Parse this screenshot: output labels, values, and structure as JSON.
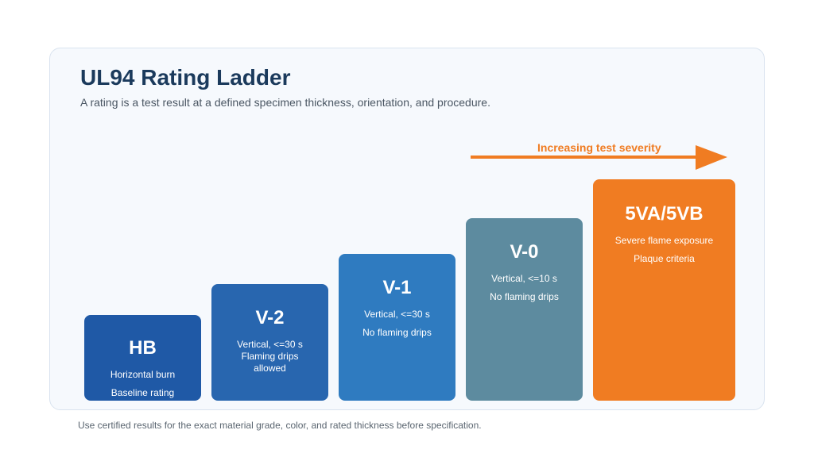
{
  "title": "UL94 Rating Ladder",
  "subtitle": "A rating is a test result at a defined specimen thickness, orientation, and procedure.",
  "severity_label": "Increasing test severity",
  "steps": [
    {
      "name": "HB",
      "lines": [
        "Horizontal burn",
        "Baseline rating"
      ],
      "color": "#1f59a6"
    },
    {
      "name": "V-2",
      "lines": [
        "Vertical, <=30 s",
        "Flaming drips",
        "allowed"
      ],
      "color": "#2866af"
    },
    {
      "name": "V-1",
      "lines": [
        "Vertical, <=30 s",
        "No flaming drips"
      ],
      "color": "#2f7bc0"
    },
    {
      "name": "V-0",
      "lines": [
        "Vertical, <=10 s",
        "No flaming drips"
      ],
      "color": "#5d8b9f"
    },
    {
      "name": "5VA/5VB",
      "lines": [
        "Severe flame exposure",
        "Plaque criteria"
      ],
      "color": "#f07c22"
    }
  ],
  "footer": "Use certified results for the exact material grade, color, and rated thickness before specification.",
  "colors": {
    "accent": "#f07c22",
    "title": "#1b3a5c"
  }
}
